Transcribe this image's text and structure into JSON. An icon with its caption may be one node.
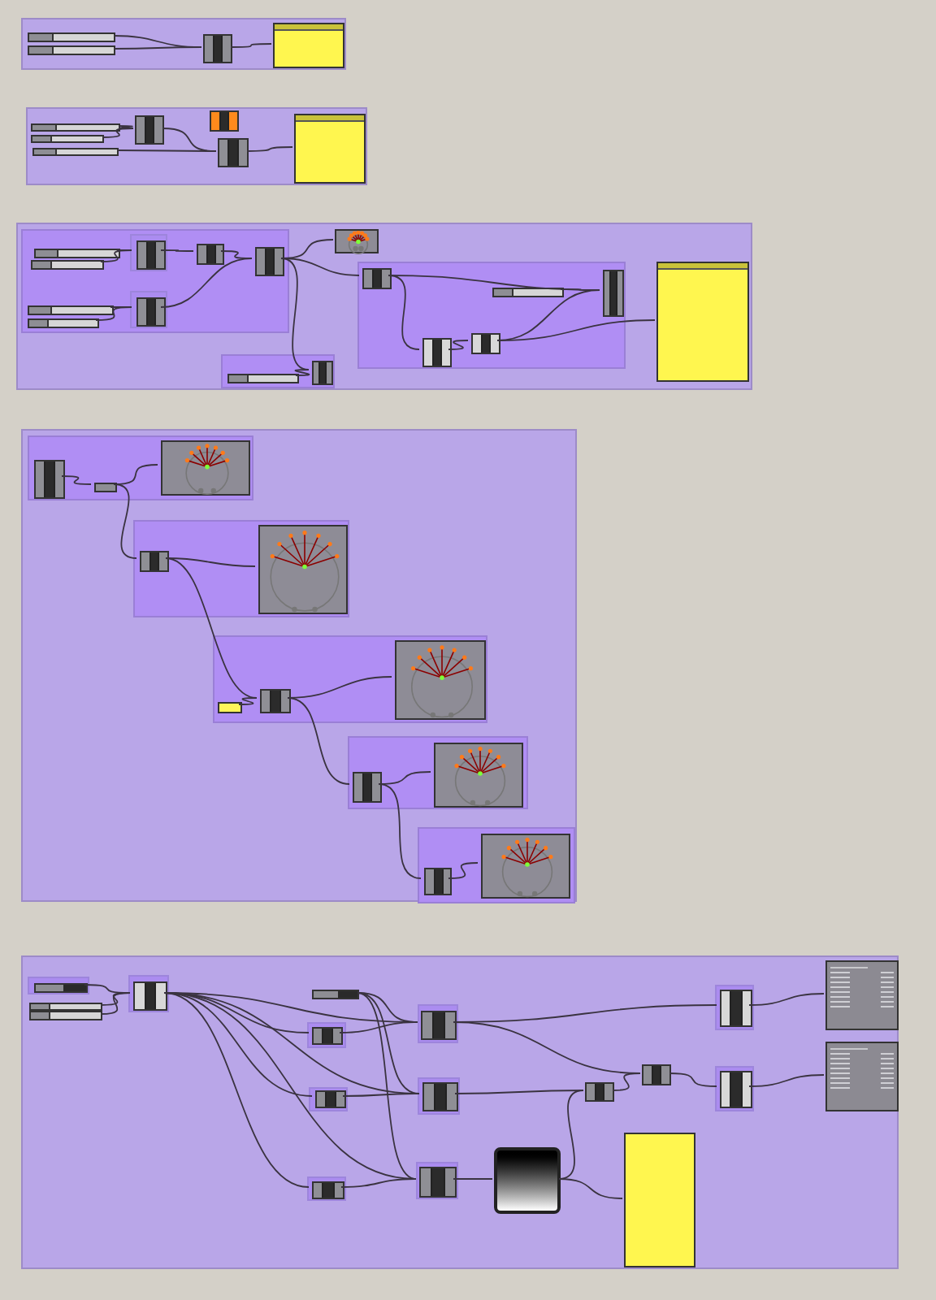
{
  "diagram": {
    "nodes": [
      {
        "text": [],
        "shape": "box"
      },
      {
        "text": [],
        "shape": "bar",
        "in": 0
      },
      {
        "text": [],
        "shape": "bar",
        "in": 0
      },
      {
        "text": [],
        "shape": "box",
        "in": 0
      },
      {
        "text": [],
        "shape": "box",
        "in": 0
      },
      {
        "text": [],
        "shape": "box"
      },
      {
        "text": [],
        "shape": "bar",
        "in": 5
      },
      {
        "text": [],
        "shape": "bar",
        "in": 5
      },
      {
        "text": [],
        "shape": "bar",
        "in": 5
      },
      {
        "text": [],
        "shape": "box",
        "in": 5
      },
      {
        "text": [],
        "shape": "box",
        "in": 5
      },
      {
        "text": [],
        "shape": "box",
        "in": 5
      },
      {
        "text": [],
        "shape": "box",
        "in": 5
      },
      {
        "text": [],
        "shape": "box"
      },
      {
        "text": [],
        "shape": "box",
        "in": 13
      },
      {
        "text": [],
        "shape": "box",
        "in": 14
      },
      {
        "text": [],
        "shape": "box",
        "in": 15
      },
      {
        "text": [],
        "shape": "bar",
        "in": 14
      },
      {
        "text": [],
        "shape": "bar",
        "in": 14
      },
      {
        "text": [],
        "shape": "box",
        "in": 14
      },
      {
        "text": [],
        "shape": "box",
        "in": 19
      },
      {
        "text": [],
        "shape": "bar",
        "in": 14
      },
      {
        "text": [],
        "shape": "bar",
        "in": 14
      },
      {
        "text": [],
        "shape": "box",
        "in": 14
      },
      {
        "text": [],
        "shape": "box",
        "in": 14
      },
      {
        "text": [],
        "shape": "picture",
        "in": 13
      },
      {
        "text": [],
        "shape": "box",
        "in": 13
      },
      {
        "text": [],
        "shape": "box",
        "in": 26
      },
      {
        "text": [],
        "shape": "bar",
        "in": 26
      },
      {
        "text": [],
        "shape": "box",
        "in": 26
      },
      {
        "text": [],
        "shape": "box",
        "in": 26
      },
      {
        "text": [],
        "shape": "box",
        "in": 26
      },
      {
        "text": [],
        "shape": "box",
        "in": 13
      },
      {
        "text": [],
        "shape": "bar",
        "in": 32
      },
      {
        "text": [],
        "shape": "box",
        "in": 32
      },
      {
        "text": [],
        "shape": "box",
        "in": 13
      },
      {
        "text": [],
        "shape": "box"
      },
      {
        "text": [],
        "shape": "box",
        "in": 36
      },
      {
        "text": [],
        "shape": "box",
        "in": 37
      },
      {
        "text": [],
        "shape": "box",
        "in": 37
      },
      {
        "text": [],
        "shape": "picture",
        "in": 37
      },
      {
        "text": [],
        "shape": "box",
        "in": 36
      },
      {
        "text": [],
        "shape": "box",
        "in": 41
      },
      {
        "text": [],
        "shape": "picture",
        "in": 41
      },
      {
        "text": [],
        "shape": "box",
        "in": 36
      },
      {
        "text": [],
        "shape": "box",
        "in": 44
      },
      {
        "text": [],
        "shape": "box",
        "in": 44
      },
      {
        "text": [],
        "shape": "picture",
        "in": 44
      },
      {
        "text": [],
        "shape": "box",
        "in": 36
      },
      {
        "text": [],
        "shape": "box",
        "in": 48
      },
      {
        "text": [],
        "shape": "picture",
        "in": 48
      },
      {
        "text": [],
        "shape": "box",
        "in": 36
      },
      {
        "text": [],
        "shape": "box",
        "in": 51
      },
      {
        "text": [],
        "shape": "picture",
        "in": 51
      },
      {
        "text": [],
        "shape": "box"
      },
      {
        "text": [],
        "shape": "box",
        "in": 54
      },
      {
        "text": [],
        "shape": "bar",
        "in": 55
      },
      {
        "text": [],
        "shape": "bar",
        "in": 54
      },
      {
        "text": [],
        "shape": "bar",
        "in": 54
      },
      {
        "text": [],
        "shape": "box",
        "in": 54
      },
      {
        "text": [],
        "shape": "box",
        "in": 59
      },
      {
        "text": [],
        "shape": "bar",
        "in": 54
      },
      {
        "text": [],
        "shape": "box",
        "in": 54
      },
      {
        "text": [],
        "shape": "box",
        "in": 62
      },
      {
        "text": [],
        "shape": "box",
        "in": 54
      },
      {
        "text": [],
        "shape": "box",
        "in": 64
      },
      {
        "text": [],
        "shape": "box",
        "in": 54
      },
      {
        "text": [],
        "shape": "box",
        "in": 66
      },
      {
        "text": [],
        "shape": "box",
        "in": 54
      },
      {
        "text": [],
        "shape": "box",
        "in": 68
      },
      {
        "text": [],
        "shape": "box",
        "in": 54
      },
      {
        "text": [],
        "shape": "box",
        "in": 70
      },
      {
        "text": [],
        "shape": "box",
        "in": 54
      },
      {
        "text": [],
        "shape": "box",
        "in": 72
      },
      {
        "text": [],
        "shape": "box",
        "in": 54
      },
      {
        "text": [],
        "shape": "box",
        "in": 54
      },
      {
        "text": [],
        "shape": "box",
        "in": 54
      },
      {
        "text": [],
        "shape": "box",
        "in": 54
      },
      {
        "text": [],
        "shape": "box",
        "in": 54
      },
      {
        "text": [],
        "shape": "box",
        "in": 78
      },
      {
        "text": [],
        "shape": "box",
        "in": 54
      },
      {
        "text": [],
        "shape": "box",
        "in": 80
      },
      {
        "text": [],
        "shape": "box",
        "in": 54
      },
      {
        "text": [],
        "shape": "box",
        "in": 54
      }
    ],
    "edges": [
      {
        "from": 1,
        "to": 3,
        "arrow": "none"
      },
      {
        "from": 2,
        "to": 3,
        "arrow": "none"
      },
      {
        "from": 3,
        "to": 4,
        "arrow": "none"
      },
      {
        "from": 6,
        "to": 9,
        "arrow": "none"
      },
      {
        "from": 7,
        "to": 9,
        "arrow": "none"
      },
      {
        "from": 9,
        "to": 11,
        "arrow": "none"
      },
      {
        "from": 8,
        "to": 11,
        "arrow": "none"
      },
      {
        "from": 11,
        "to": 12,
        "arrow": "none"
      },
      {
        "from": 17,
        "to": 16,
        "arrow": "none"
      },
      {
        "from": 18,
        "to": 16,
        "arrow": "none"
      },
      {
        "from": 16,
        "to": 23,
        "arrow": "none"
      },
      {
        "from": 23,
        "to": 24,
        "arrow": "none"
      },
      {
        "from": 21,
        "to": 20,
        "arrow": "none"
      },
      {
        "from": 22,
        "to": 20,
        "arrow": "none"
      },
      {
        "from": 20,
        "to": 24,
        "arrow": "none"
      },
      {
        "from": 24,
        "to": 25,
        "arrow": "none"
      },
      {
        "from": 24,
        "to": 27,
        "arrow": "none"
      },
      {
        "from": 24,
        "to": 34,
        "arrow": "none"
      },
      {
        "from": 27,
        "to": 29,
        "arrow": "none"
      },
      {
        "from": 27,
        "to": 30,
        "arrow": "none"
      },
      {
        "from": 30,
        "to": 31,
        "arrow": "none"
      },
      {
        "from": 28,
        "to": 29,
        "arrow": "none"
      },
      {
        "from": 31,
        "to": 29,
        "arrow": "none"
      },
      {
        "from": 31,
        "to": 35,
        "arrow": "none"
      },
      {
        "from": 33,
        "to": 34,
        "arrow": "none"
      },
      {
        "from": 38,
        "to": 39,
        "arrow": "none"
      },
      {
        "from": 39,
        "to": 40,
        "arrow": "none"
      },
      {
        "from": 39,
        "to": 42,
        "arrow": "none"
      },
      {
        "from": 42,
        "to": 43,
        "arrow": "none"
      },
      {
        "from": 42,
        "to": 46,
        "arrow": "none"
      },
      {
        "from": 45,
        "to": 46,
        "arrow": "none"
      },
      {
        "from": 46,
        "to": 47,
        "arrow": "none"
      },
      {
        "from": 46,
        "to": 49,
        "arrow": "none"
      },
      {
        "from": 49,
        "to": 50,
        "arrow": "none"
      },
      {
        "from": 49,
        "to": 52,
        "arrow": "none"
      },
      {
        "from": 52,
        "to": 53,
        "arrow": "none"
      },
      {
        "from": 56,
        "to": 60,
        "arrow": "none"
      },
      {
        "from": 57,
        "to": 60,
        "arrow": "none"
      },
      {
        "from": 58,
        "to": 60,
        "arrow": "none"
      },
      {
        "from": 60,
        "to": 65,
        "arrow": "none"
      },
      {
        "from": 60,
        "to": 63,
        "arrow": "none"
      },
      {
        "from": 60,
        "to": 67,
        "arrow": "none"
      },
      {
        "from": 60,
        "to": 69,
        "arrow": "none"
      },
      {
        "from": 60,
        "to": 71,
        "arrow": "none"
      },
      {
        "from": 60,
        "to": 73,
        "arrow": "none"
      },
      {
        "from": 61,
        "to": 65,
        "arrow": "none"
      },
      {
        "from": 61,
        "to": 69,
        "arrow": "none"
      },
      {
        "from": 61,
        "to": 73,
        "arrow": "none"
      },
      {
        "from": 63,
        "to": 65,
        "arrow": "none"
      },
      {
        "from": 67,
        "to": 69,
        "arrow": "none"
      },
      {
        "from": 71,
        "to": 73,
        "arrow": "none"
      },
      {
        "from": 73,
        "to": 74,
        "arrow": "none"
      },
      {
        "from": 74,
        "to": 75,
        "arrow": "none"
      },
      {
        "from": 74,
        "to": 76,
        "arrow": "none"
      },
      {
        "from": 69,
        "to": 76,
        "arrow": "none"
      },
      {
        "from": 76,
        "to": 77,
        "arrow": "none"
      },
      {
        "from": 65,
        "to": 77,
        "arrow": "none"
      },
      {
        "from": 77,
        "to": 81,
        "arrow": "none"
      },
      {
        "from": 65,
        "to": 79,
        "arrow": "none"
      },
      {
        "from": 79,
        "to": 82,
        "arrow": "none"
      },
      {
        "from": 81,
        "to": 83,
        "arrow": "none"
      }
    ]
  }
}
